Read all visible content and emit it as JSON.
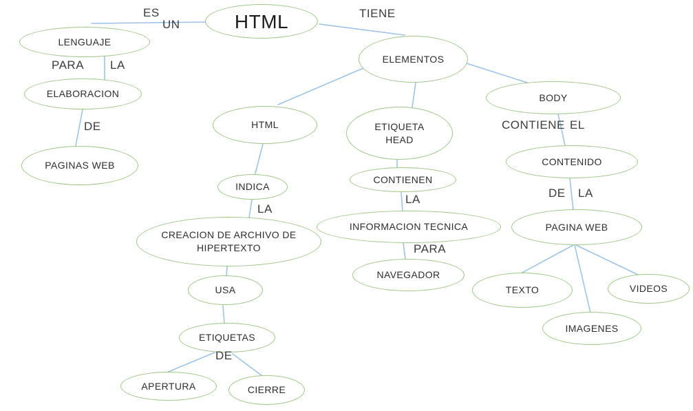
{
  "colors": {
    "node_outline": "#9ec687",
    "connector": "#9dc3e6",
    "node_text": "#2d2d2d",
    "label_text": "#3c3c3c",
    "background": "#ffffff"
  },
  "nodes": {
    "main": {
      "label": "HTML"
    },
    "lenguaje": {
      "label": "LENGUAJE"
    },
    "elaboracion": {
      "label": "ELABORACION"
    },
    "paginas_web": {
      "label": "PAGINAS WEB"
    },
    "elementos": {
      "label": "ELEMENTOS"
    },
    "html2": {
      "label": "HTML"
    },
    "etiqueta_head": {
      "label": "ETIQUETA HEAD"
    },
    "body": {
      "label": "BODY"
    },
    "contenido": {
      "label": "CONTENIDO"
    },
    "pagina_web": {
      "label": "PAGINA WEB"
    },
    "texto": {
      "label": "TEXTO"
    },
    "imagenes": {
      "label": "IMAGENES"
    },
    "videos": {
      "label": "VIDEOS"
    },
    "contienen": {
      "label": "CONTIENEN"
    },
    "informacion_tecnica": {
      "label": "INFORMACION TECNICA"
    },
    "navegador": {
      "label": "NAVEGADOR"
    },
    "indica": {
      "label": "INDICA"
    },
    "creacion": {
      "label": "CREACION DE ARCHIVO DE HIPERTEXTO"
    },
    "usa": {
      "label": "USA"
    },
    "etiquetas": {
      "label": "ETIQUETAS"
    },
    "apertura": {
      "label": "APERTURA"
    },
    "cierre": {
      "label": "CIERRE"
    }
  },
  "connector_labels": {
    "es": "ES",
    "un": "UN",
    "tiene": "TIENE",
    "para": "PARA",
    "la_left": "LA",
    "de_left": "DE",
    "la_indica": "LA",
    "de_etiquetas": "DE",
    "la_contienen": "LA",
    "para_navegador": "PARA",
    "contiene": "CONTIENE",
    "el": "EL",
    "de_contenido": "DE",
    "la_contenido": "LA"
  },
  "edges": [
    {
      "from": "HTML",
      "to": "LENGUAJE",
      "label": "ES UN"
    },
    {
      "from": "HTML",
      "to": "ELEMENTOS",
      "label": "TIENE"
    },
    {
      "from": "LENGUAJE",
      "to": "ELABORACION",
      "label": "PARA LA"
    },
    {
      "from": "ELABORACION",
      "to": "PAGINAS WEB",
      "label": "DE"
    },
    {
      "from": "ELEMENTOS",
      "to": "HTML",
      "label": ""
    },
    {
      "from": "ELEMENTOS",
      "to": "ETIQUETA HEAD",
      "label": ""
    },
    {
      "from": "ELEMENTOS",
      "to": "BODY",
      "label": ""
    },
    {
      "from": "HTML",
      "to": "INDICA",
      "label": ""
    },
    {
      "from": "INDICA",
      "to": "CREACION DE ARCHIVO DE HIPERTEXTO",
      "label": "LA"
    },
    {
      "from": "CREACION DE ARCHIVO DE HIPERTEXTO",
      "to": "USA",
      "label": ""
    },
    {
      "from": "USA",
      "to": "ETIQUETAS",
      "label": ""
    },
    {
      "from": "ETIQUETAS",
      "to": "APERTURA",
      "label": "DE"
    },
    {
      "from": "ETIQUETAS",
      "to": "CIERRE",
      "label": "DE"
    },
    {
      "from": "ETIQUETA HEAD",
      "to": "CONTIENEN",
      "label": ""
    },
    {
      "from": "CONTIENEN",
      "to": "INFORMACION TECNICA",
      "label": "LA"
    },
    {
      "from": "INFORMACION TECNICA",
      "to": "NAVEGADOR",
      "label": "PARA"
    },
    {
      "from": "BODY",
      "to": "CONTENIDO",
      "label": "CONTIENE EL"
    },
    {
      "from": "CONTENIDO",
      "to": "PAGINA WEB",
      "label": "DE LA"
    },
    {
      "from": "PAGINA WEB",
      "to": "TEXTO",
      "label": ""
    },
    {
      "from": "PAGINA WEB",
      "to": "IMAGENES",
      "label": ""
    },
    {
      "from": "PAGINA WEB",
      "to": "VIDEOS",
      "label": ""
    }
  ]
}
